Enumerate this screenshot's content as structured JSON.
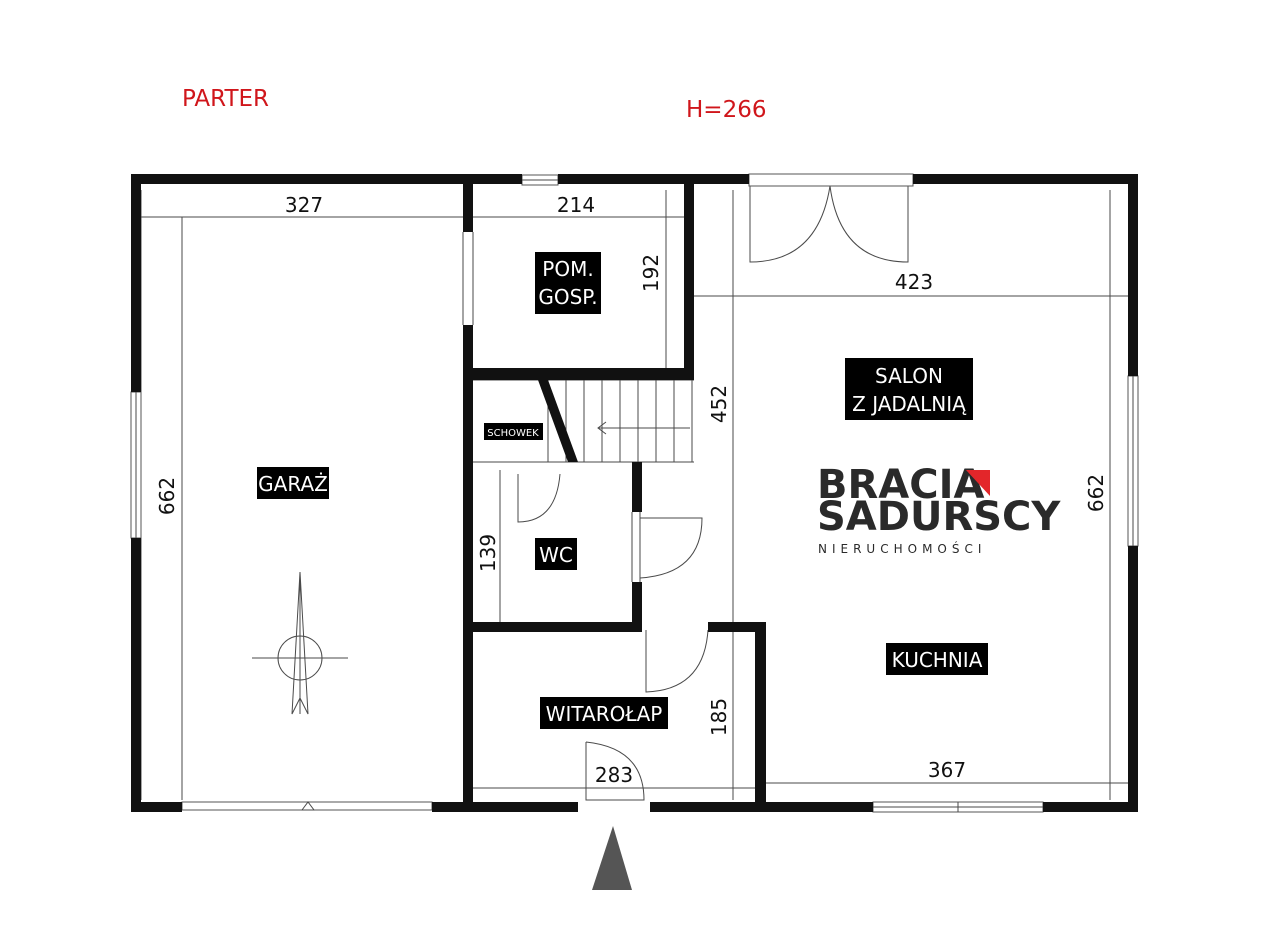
{
  "header": {
    "floor_name": "PARTER",
    "height_label": "H=266"
  },
  "rooms": {
    "garage": "GARAŻ",
    "utility_line1": "POM.",
    "utility_line2": "GOSP.",
    "storage": "SCHOWEK",
    "wc": "WC",
    "salon_line1": "SALON",
    "salon_line2": "Z JADALNIĄ",
    "kitchen": "KUCHNIA",
    "vestibule": "WITAROŁAP"
  },
  "dimensions": {
    "garage_width": "327",
    "garage_length": "662",
    "utility_width": "214",
    "utility_length": "192",
    "salon_width": "423",
    "salon_depth": "452",
    "salon_length": "662",
    "kitchen_width": "367",
    "wc_length": "139",
    "vestibule_length": "185",
    "vestibule_width": "283"
  },
  "branding": {
    "line1": "BRACIA",
    "line2": "SADURSCY",
    "line3": "NIERUCHOMOŚCI",
    "accent_color": "#e3262a",
    "text_color": "#2a2a2a"
  },
  "colors": {
    "walls": "#111111",
    "label_bg": "#000000",
    "label_text": "#ffffff",
    "header_red": "#d0161b",
    "entrance_arrow": "#555555"
  }
}
